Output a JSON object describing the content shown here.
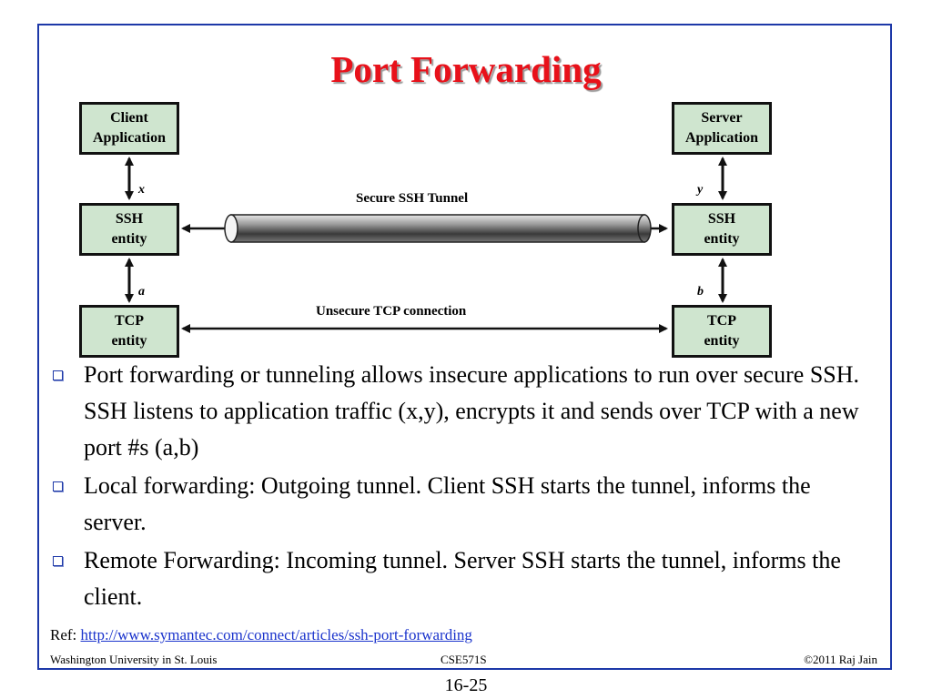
{
  "slide": {
    "title": "Port Forwarding",
    "diagram": {
      "client_app": "Client\nApplication",
      "server_app": "Server\nApplication",
      "ssh_left": "SSH\nentity",
      "ssh_right": "SSH\nentity",
      "tcp_left": "TCP\nentity",
      "tcp_right": "TCP\nentity",
      "tunnel_label": "Secure SSH Tunnel",
      "tcp_label": "Unsecure TCP connection",
      "var_x": "x",
      "var_y": "y",
      "var_a": "a",
      "var_b": "b"
    },
    "bullets": [
      "Port forwarding or tunneling allows insecure applications to run over secure SSH. SSH listens to application traffic (x,y), encrypts it and sends over TCP with a new port #s (a,b)",
      "Local forwarding: Outgoing tunnel. Client SSH starts the tunnel, informs the server.",
      "Remote Forwarding:  Incoming tunnel. Server SSH starts the tunnel, informs the client."
    ],
    "ref_label": "Ref:",
    "ref_link": "http://www.symantec.com/connect/articles/ssh-port-forwarding",
    "footer": {
      "left": "Washington University in St. Louis",
      "center": "CSE571S",
      "right": "©2011 Raj Jain"
    },
    "page_number": "16-25"
  },
  "colors": {
    "title": "#e8111a",
    "frame": "#1d38a8",
    "box_fill": "#cfe5cf",
    "link": "#1a33cc"
  }
}
